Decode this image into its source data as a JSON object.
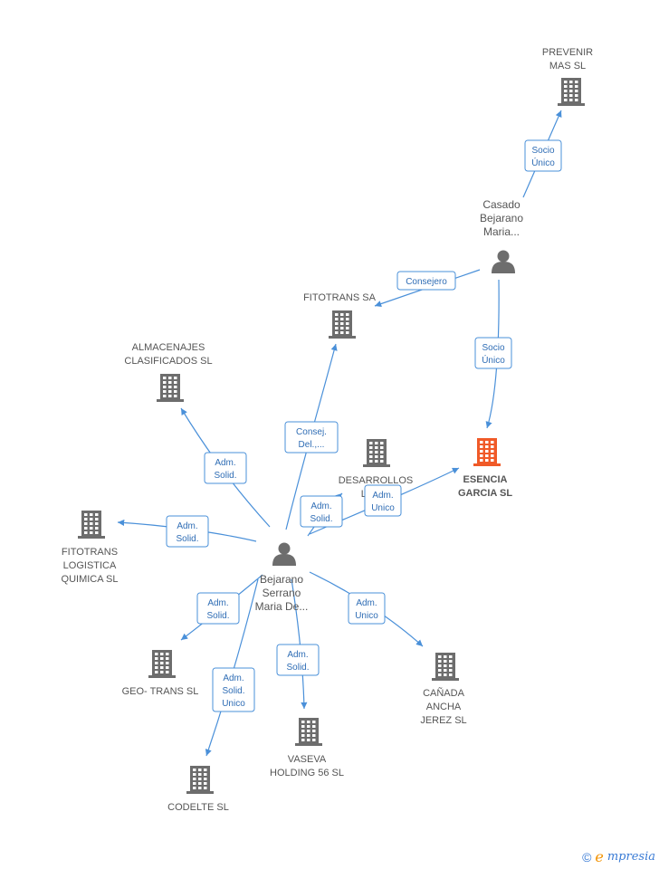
{
  "nodes": {
    "prevenir": {
      "label": [
        "PREVENIR",
        "MAS SL"
      ],
      "kind": "company"
    },
    "casado": {
      "label": [
        "Casado",
        "Bejarano",
        "Maria..."
      ],
      "kind": "person"
    },
    "fitotrans_sa": {
      "label": [
        "FITOTRANS SA"
      ],
      "kind": "company"
    },
    "almacenajes": {
      "label": [
        "ALMACENAJES",
        "CLASIFICADOS SL"
      ],
      "kind": "company"
    },
    "desarrollos": {
      "label": [
        "DESARROLLOS",
        "LOG..."
      ],
      "kind": "company"
    },
    "esencia": {
      "label": [
        "ESENCIA",
        "GARCIA SL"
      ],
      "kind": "company-main"
    },
    "fitotrans_log": {
      "label": [
        "FITOTRANS",
        "LOGISTICA",
        "QUIMICA  SL"
      ],
      "kind": "company"
    },
    "bejarano": {
      "label": [
        "Bejarano",
        "Serrano",
        "Maria De..."
      ],
      "kind": "person"
    },
    "geo_trans": {
      "label": [
        "GEO- TRANS SL"
      ],
      "kind": "company"
    },
    "canada": {
      "label": [
        "CAÑADA",
        "ANCHA",
        "JEREZ SL"
      ],
      "kind": "company"
    },
    "vaseva": {
      "label": [
        "VASEVA",
        "HOLDING 56 SL"
      ],
      "kind": "company"
    },
    "codelte": {
      "label": [
        "CODELTE SL"
      ],
      "kind": "company"
    }
  },
  "edges": [
    {
      "from": "casado",
      "to": "prevenir",
      "label": [
        "Socio",
        "Único"
      ]
    },
    {
      "from": "casado",
      "to": "fitotrans_sa",
      "label": [
        "Consejero"
      ]
    },
    {
      "from": "casado",
      "to": "esencia",
      "label": [
        "Socio",
        "Único"
      ]
    },
    {
      "from": "bejarano",
      "to": "fitotrans_sa",
      "label": [
        "Consej.",
        "Del.,..."
      ]
    },
    {
      "from": "bejarano",
      "to": "almacenajes",
      "label": [
        "Adm.",
        "Solid."
      ]
    },
    {
      "from": "bejarano",
      "to": "desarrollos",
      "label": [
        "Adm.",
        "Solid."
      ]
    },
    {
      "from": "bejarano",
      "to": "esencia",
      "label": [
        "Adm.",
        "Unico"
      ]
    },
    {
      "from": "bejarano",
      "to": "fitotrans_log",
      "label": [
        "Adm.",
        "Solid."
      ]
    },
    {
      "from": "bejarano",
      "to": "geo_trans",
      "label": [
        "Adm.",
        "Solid."
      ]
    },
    {
      "from": "bejarano",
      "to": "canada",
      "label": [
        "Adm.",
        "Unico"
      ]
    },
    {
      "from": "bejarano",
      "to": "vaseva",
      "label": [
        "Adm.",
        "Solid."
      ]
    },
    {
      "from": "bejarano",
      "to": "codelte",
      "label": [
        "Adm.",
        "Solid.",
        "Unico"
      ]
    }
  ],
  "colors": {
    "company": "#6d6d6d",
    "company_main": "#f05a28",
    "person": "#6d6d6d",
    "edge": "#4a90d9"
  },
  "footer": {
    "copyright": "©",
    "brand_initial": "e",
    "brand_rest": "mpresia"
  }
}
